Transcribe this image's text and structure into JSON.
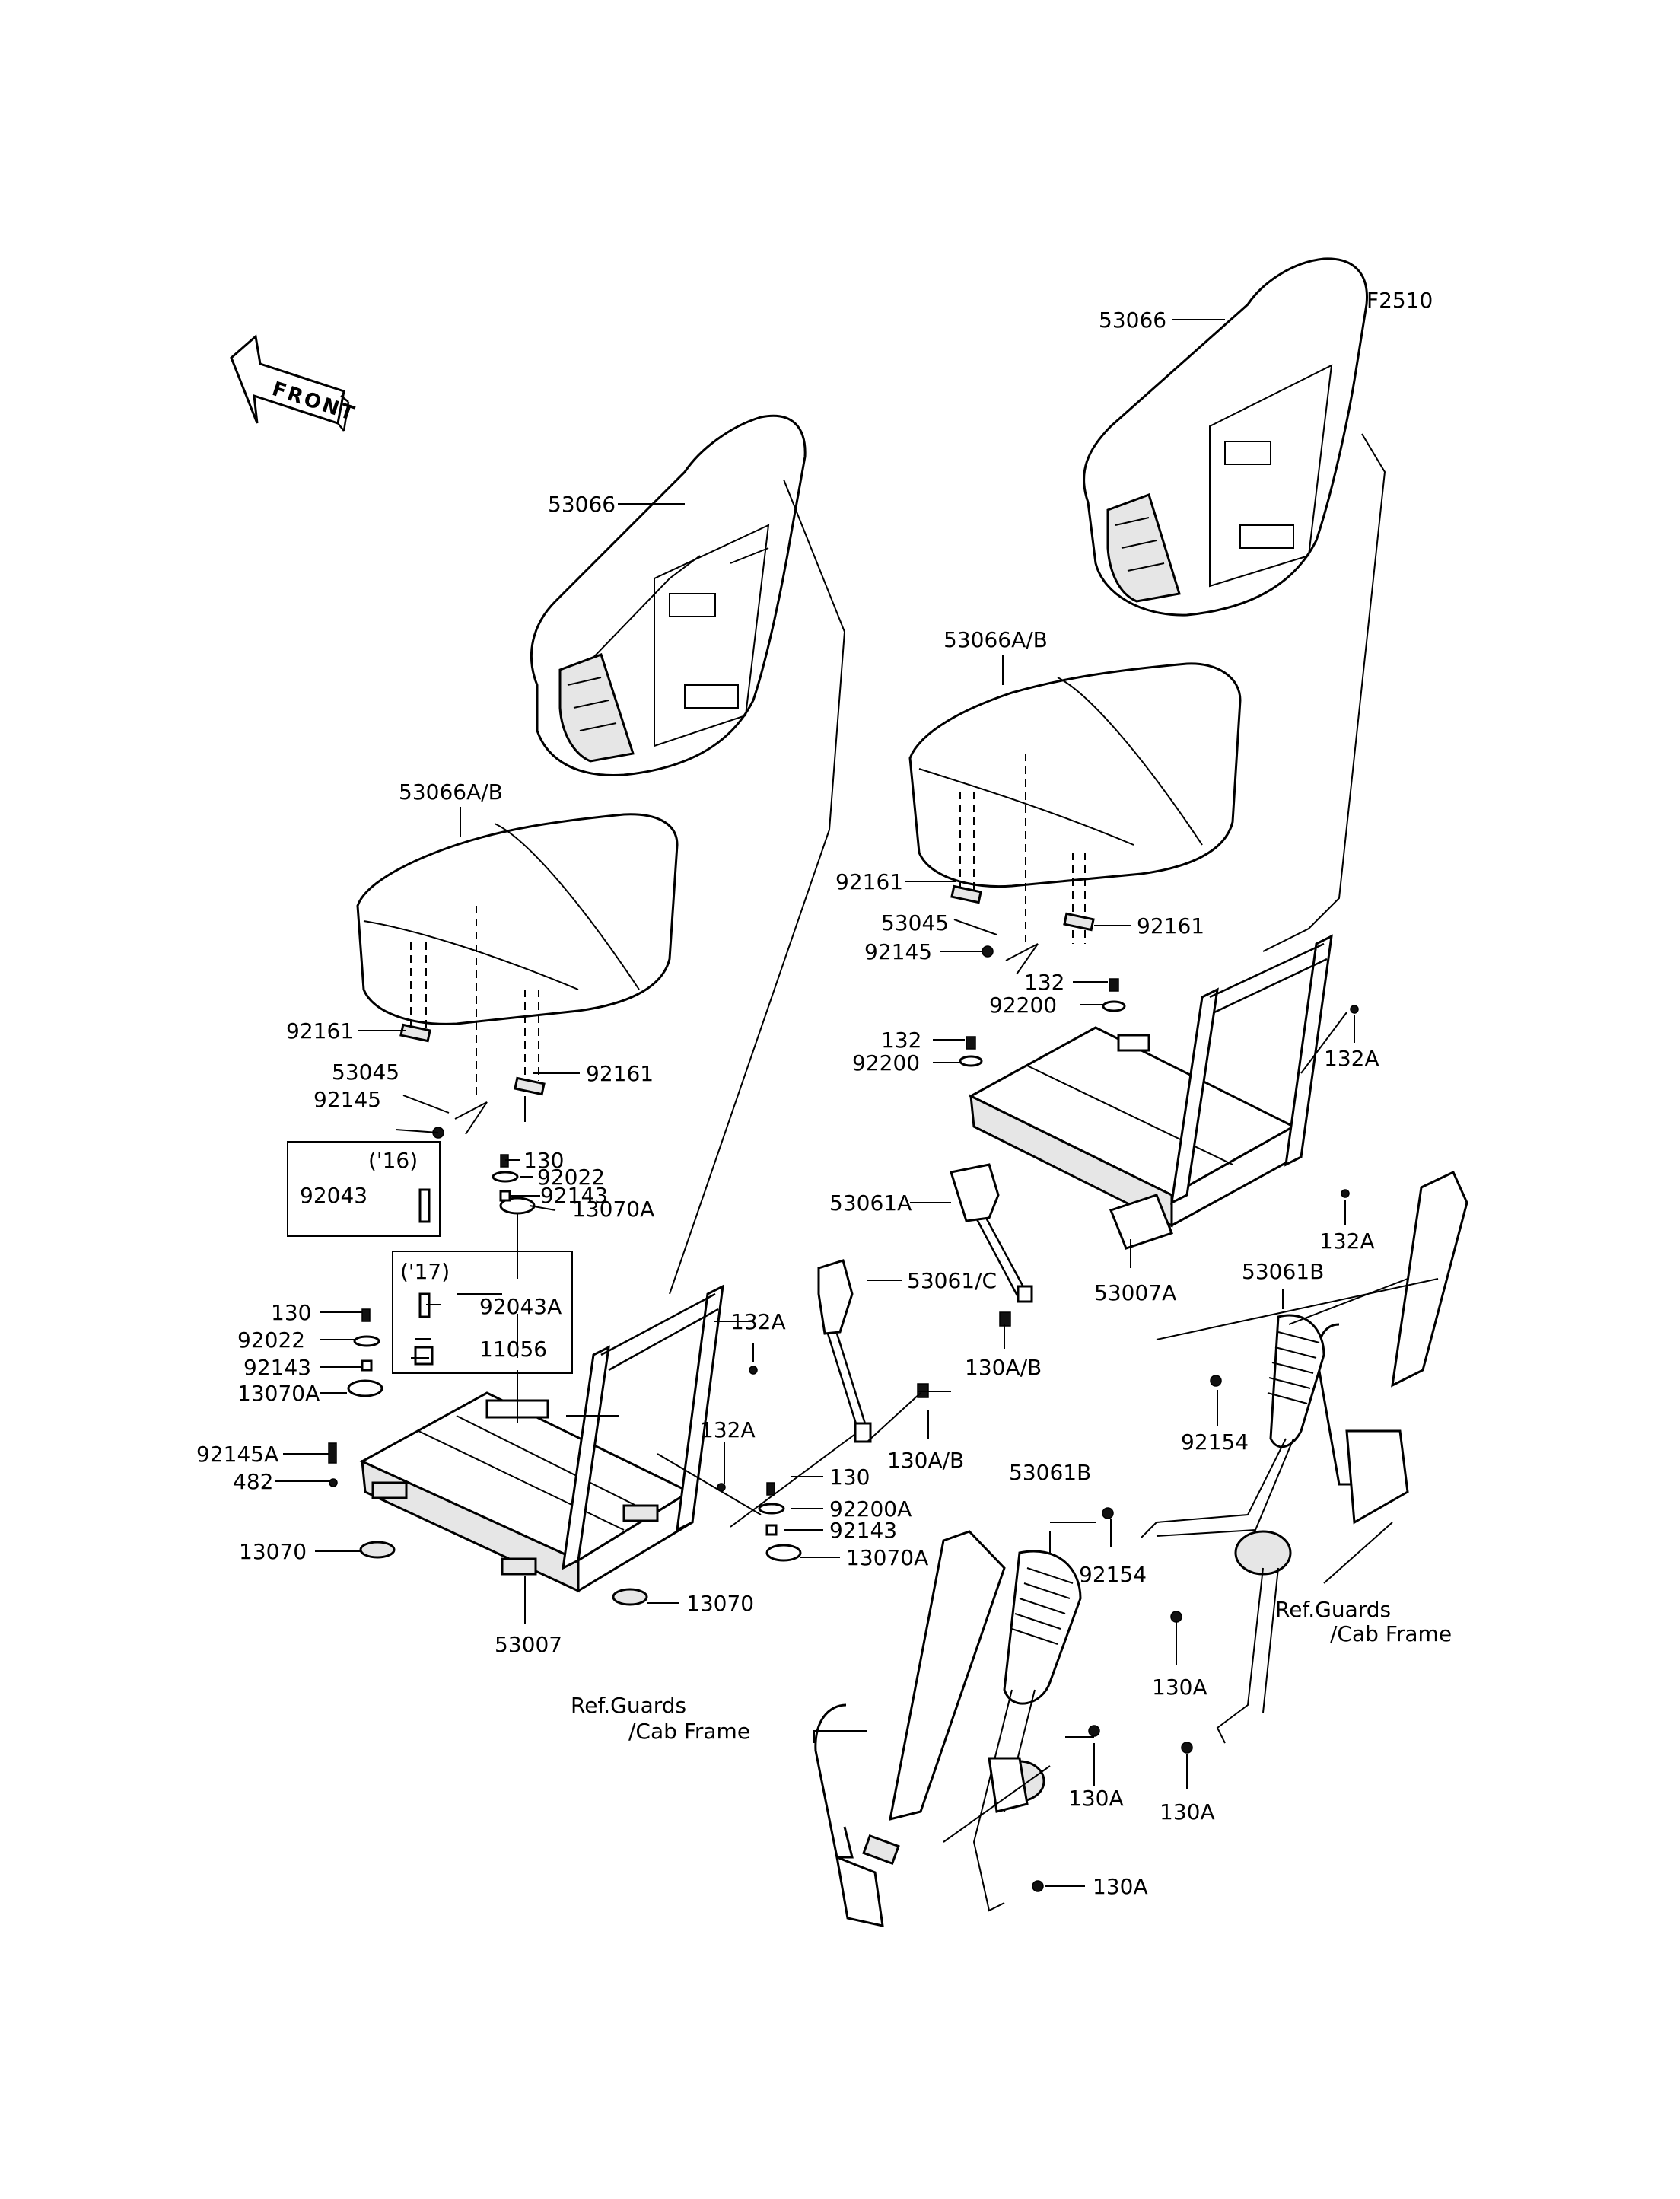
{
  "figure_code": "F2510",
  "front_label": "FRONT",
  "left_assembly": {
    "seat_back": "53066",
    "seat_cushion": "53066A/B",
    "cushion_bracket_left": "92161",
    "cushion_bracket_right": "92161",
    "latch": "53045",
    "latch_spring": "92145",
    "bolt": "130",
    "washer": "92022",
    "cap": "92143",
    "grommet": "13070A",
    "variant_16_label": "('16)",
    "variant_16_bolt": "92043",
    "variant_17_label": "('17)",
    "variant_17_bolt": "92043A",
    "variant_17_clip": "11056",
    "side_bolt": "130",
    "side_washer": "92022",
    "side_cap": "92143",
    "side_grommet": "13070A",
    "spring_pin": "92145A",
    "pin": "482",
    "rubber_pad_left": "13070",
    "rubber_pad_right": "13070",
    "frame": "53007",
    "nut_upper": "132A",
    "nut_lower": "132A",
    "right_bolt": "130",
    "right_washer": "92200A",
    "right_cap": "92143",
    "right_grommet": "13070A"
  },
  "center_parts": {
    "buckle": "53061/C",
    "buckle_bolt": "130A/B",
    "belt_retractor": "53061B",
    "belt_bolt": "92154",
    "guards_ref_line1": "Ref.Guards",
    "guards_ref_line2": "/Cab Frame",
    "anchor_bolt_upper": "130A",
    "anchor_bolt_lower": "130A"
  },
  "right_assembly": {
    "seat_back": "53066",
    "seat_cushion": "53066A/B",
    "cushion_bracket_left": "92161",
    "cushion_bracket_right": "92161",
    "latch": "53045",
    "latch_spring": "92145",
    "bolt_upper": "132",
    "washer_upper": "92200",
    "bolt_lower": "132",
    "washer_lower": "92200",
    "nut_upper": "132A",
    "nut_lower": "132A",
    "buckle": "53061A",
    "frame": "53007A",
    "buckle_bolt": "130A/B",
    "belt_retractor": "53061B",
    "belt_bolt": "92154",
    "guards_ref_line1": "Ref.Guards",
    "guards_ref_line2": "/Cab Frame",
    "anchor_bolt_a": "130A",
    "anchor_bolt_b": "130A"
  }
}
